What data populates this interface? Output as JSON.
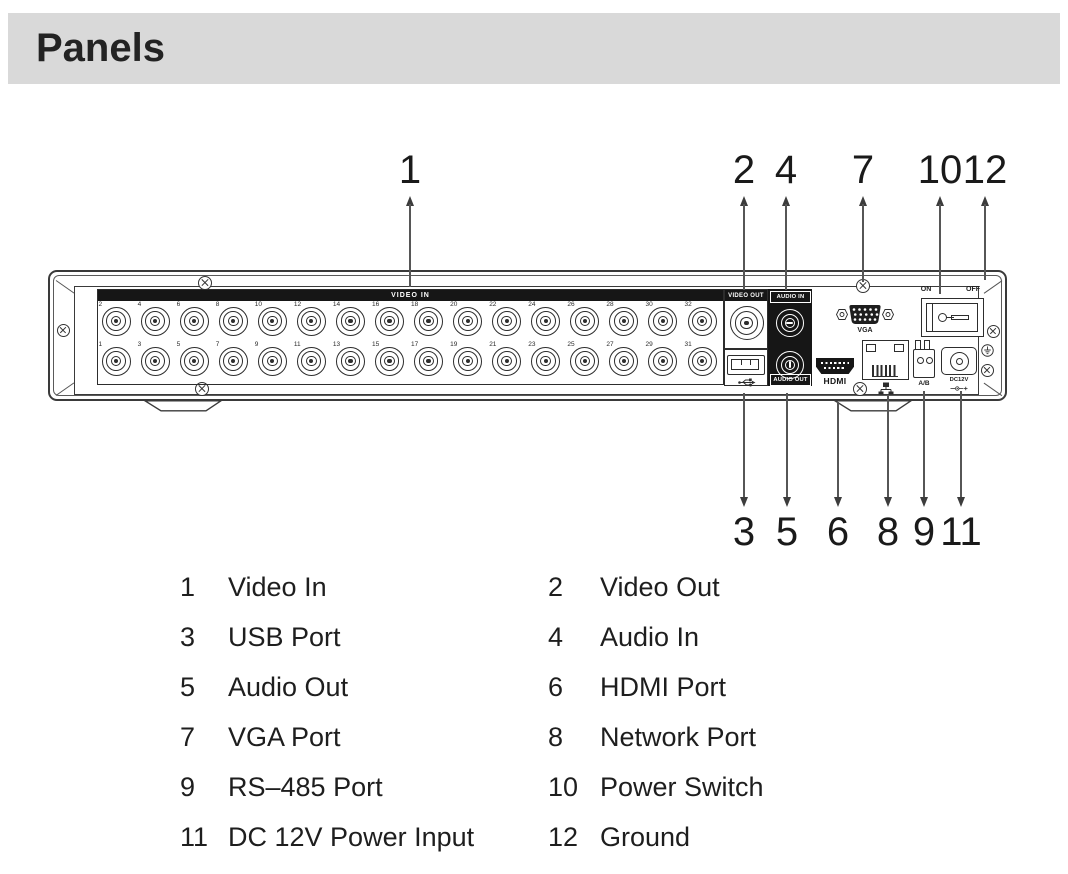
{
  "header": {
    "title": "Panels"
  },
  "colors": {
    "header_bar": "#d9d9d9",
    "line_art": "#2d2d2d",
    "panel_black": "#161616"
  },
  "diagram": {
    "callouts_top": [
      {
        "label": "1"
      },
      {
        "label": "2"
      },
      {
        "label": "4"
      },
      {
        "label": "7"
      },
      {
        "label": "10"
      },
      {
        "label": "12"
      }
    ],
    "callouts_bottom": [
      {
        "label": "3"
      },
      {
        "label": "5"
      },
      {
        "label": "6"
      },
      {
        "label": "8"
      },
      {
        "label": "9"
      },
      {
        "label": "11"
      }
    ],
    "device": {
      "video_in_label": "VIDEO IN",
      "video_out_label": "VIDEO OUT",
      "audio_in_label": "AUDIO IN",
      "audio_out_label": "AUDIO OUT",
      "hdmi_label": "HDMI",
      "vga_label": "VGA",
      "ab_label": "A/B",
      "dc_label": "DC12V",
      "power_on_label": "ON",
      "power_off_label": "OFF",
      "bnc_numbers_top_row": [
        "2",
        "4",
        "6",
        "8",
        "10",
        "12",
        "14",
        "16",
        "18",
        "20",
        "22",
        "24",
        "26",
        "28",
        "30",
        "32"
      ],
      "bnc_numbers_bottom_row": [
        "1",
        "3",
        "5",
        "7",
        "9",
        "11",
        "13",
        "15",
        "17",
        "19",
        "21",
        "23",
        "25",
        "27",
        "29",
        "31"
      ]
    }
  },
  "legend": {
    "items": [
      {
        "num": "1",
        "label": "Video In"
      },
      {
        "num": "2",
        "label": "Video Out"
      },
      {
        "num": "3",
        "label": "USB Port"
      },
      {
        "num": "4",
        "label": "Audio In"
      },
      {
        "num": "5",
        "label": "Audio Out"
      },
      {
        "num": "6",
        "label": "HDMI Port"
      },
      {
        "num": "7",
        "label": "VGA Port"
      },
      {
        "num": "8",
        "label": "Network Port"
      },
      {
        "num": "9",
        "label": "RS–485 Port"
      },
      {
        "num": "10",
        "label": "Power Switch"
      },
      {
        "num": "11",
        "label": "DC 12V Power Input"
      },
      {
        "num": "12",
        "label": "Ground"
      }
    ]
  }
}
